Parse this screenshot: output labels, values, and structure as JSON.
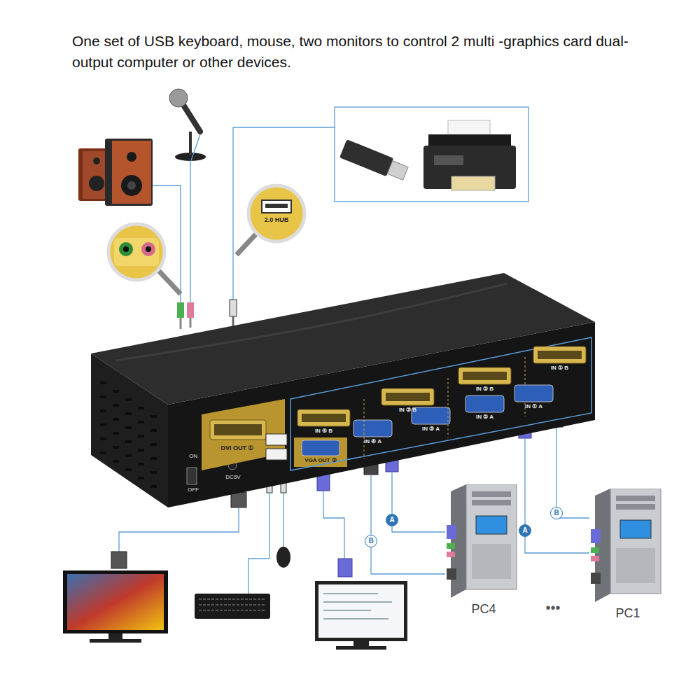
{
  "diagram": {
    "title": "One set of USB keyboard, mouse, two monitors to control 2 multi -graphics card dual-output computer or other devices.",
    "nodes": [
      {
        "text": [
          "ON",
          "OFF",
          "DC5V",
          "DVI OUT ①",
          "VGA OUT ②",
          "IN ④ B",
          "IN ③ B",
          "IN ② B",
          "IN ① B",
          "IN ④ A",
          "IN ③ A",
          "IN ② A",
          "IN ① A"
        ]
      },
      {
        "text": [
          "PC4"
        ]
      },
      {
        "text": [
          "PC1"
        ]
      }
    ],
    "edges": [
      {
        "from": 1,
        "to": 0,
        "arrow": "none",
        "label": "A"
      },
      {
        "from": 1,
        "to": 0,
        "arrow": "none",
        "label": "B"
      },
      {
        "from": 2,
        "to": 0,
        "arrow": "none",
        "label": "A"
      },
      {
        "from": 2,
        "to": 0,
        "arrow": "none",
        "label": "B"
      }
    ],
    "labels": [
      "2.0 HUB",
      "•••"
    ]
  }
}
